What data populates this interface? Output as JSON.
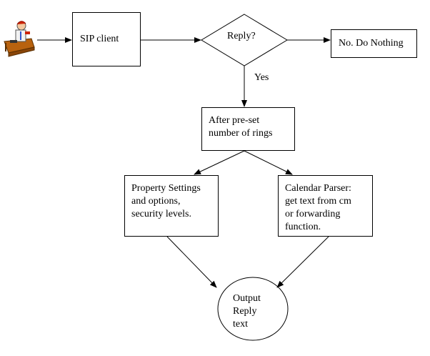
{
  "nodes": {
    "sip_client": "SIP client",
    "reply": "Reply?",
    "no_do_nothing": "No. Do Nothing",
    "after_rings": "After pre-set\nnumber of rings",
    "property_settings": "Property Settings\nand options,\nsecurity levels.",
    "calendar_parser": "Calendar Parser:\nget text from cm\nor forwarding\nfunction.",
    "output_reply": "Output\nReply\ntext"
  },
  "edges": {
    "yes": "Yes"
  },
  "colors": {
    "stroke": "#000000",
    "background": "#ffffff"
  },
  "icons": {
    "user": "person-at-desk-icon"
  }
}
